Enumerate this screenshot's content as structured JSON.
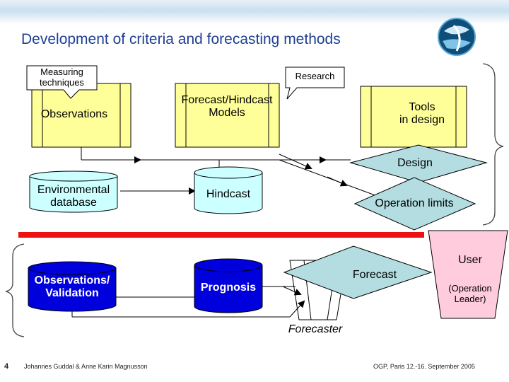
{
  "header": {
    "title": "Development of criteria and forecasting methods"
  },
  "logo": {
    "name": "globe-logo"
  },
  "callouts": {
    "measuring": "Measuring\ntechniques",
    "research": "Research"
  },
  "nodes": {
    "observations": "Observations",
    "forecast_hindcast": "Forecast/Hindcast\nModels",
    "tools": "Tools\nin design",
    "design": "Design",
    "environmental_db": "Environmental\ndatabase",
    "hindcast": "Hindcast",
    "operation_limits": "Operation limits",
    "observations_validation": "Observations/\nValidation",
    "prognosis": "Prognosis",
    "forecast": "Forecast",
    "user": "User",
    "operation_leader": "(Operation\nLeader)",
    "forecaster": "Forecaster"
  },
  "footer": {
    "page_number": "4",
    "authors": "Johannes Guddal & Anne Karin Magnusson",
    "event": "OGP, Paris 12.-16. September 2005"
  },
  "colors": {
    "yellow": "#ffff99",
    "cyan": "#ccffff",
    "teal_gray": "#b3dde0",
    "blue": "#0000dd",
    "red_bar": "#ee1111",
    "pink": "#ffccdd",
    "title": "#1f3f93"
  }
}
